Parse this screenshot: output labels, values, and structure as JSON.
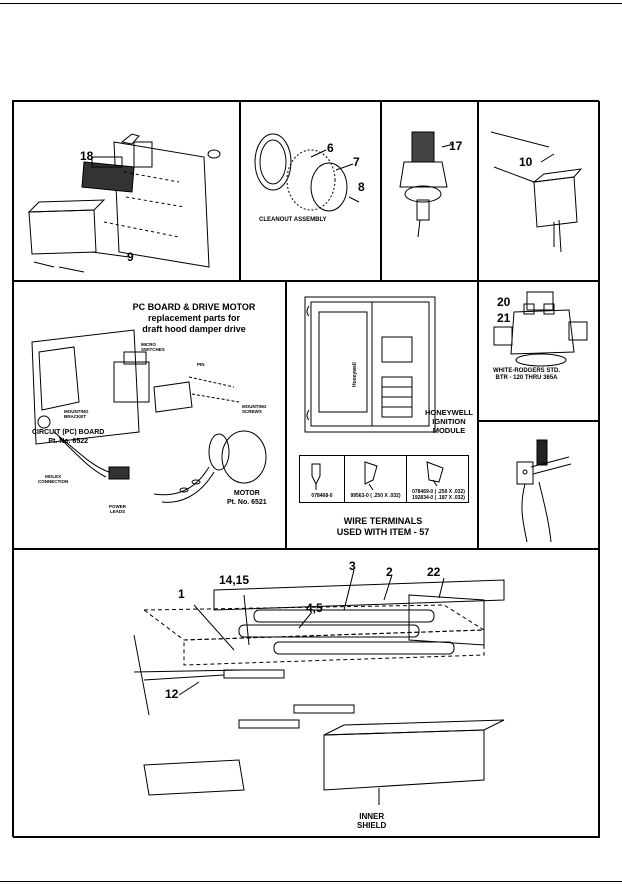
{
  "panels": {
    "gas_valve_mount": {
      "part_18": "18",
      "part_9": "9"
    },
    "cleanout": {
      "part_6": "6",
      "part_7": "7",
      "part_8": "8",
      "label": "CLEANOUT ASSEMBLY"
    },
    "relief_valve": {
      "part_17": "17"
    },
    "thermostat": {
      "part_10": "10"
    },
    "pc_board": {
      "title": "PC BOARD & DRIVE MOTOR\nreplacement parts for\ndraft hood damper drive",
      "micro_switches": "MICRO\nSWITCHES",
      "pin": "PIN",
      "mounting_bracket": "MOUNTING\nBRACKET",
      "mounting_screws": "MOUNTING\nSCREWS",
      "circuit_board": "CIRCUIT (PC) BOARD\nPt. No. 6522",
      "molex": "MOLEX\nCONNECTION",
      "power_leads": "POWER\nLEADS",
      "motor": "MOTOR\nPt. No. 6521"
    },
    "ignition_module": {
      "caption": "HONEYWELL\nIGNITION\nMODULE",
      "brand": "Honeywell"
    },
    "wire_terminals": {
      "items": [
        "078468-0",
        "99563-0 ( .250 X .032)",
        "078469-0 ( .250 X .032)\n192834-0 ( .187 X .032)"
      ],
      "caption": "WIRE TERMINALS\nUSED WITH ITEM - 57"
    },
    "gas_valve": {
      "part_20": "20",
      "part_21": "21",
      "caption": "WHITE-RODGERS STD.\nBTR - 120 THRU 365A"
    },
    "burner_assembly": {
      "part_1": "1",
      "part_14_15": "14,15",
      "part_3": "3",
      "part_2": "2",
      "part_22": "22",
      "part_4_5": "4,5",
      "part_12": "12",
      "inner_shield": "INNER\nSHIELD"
    }
  }
}
